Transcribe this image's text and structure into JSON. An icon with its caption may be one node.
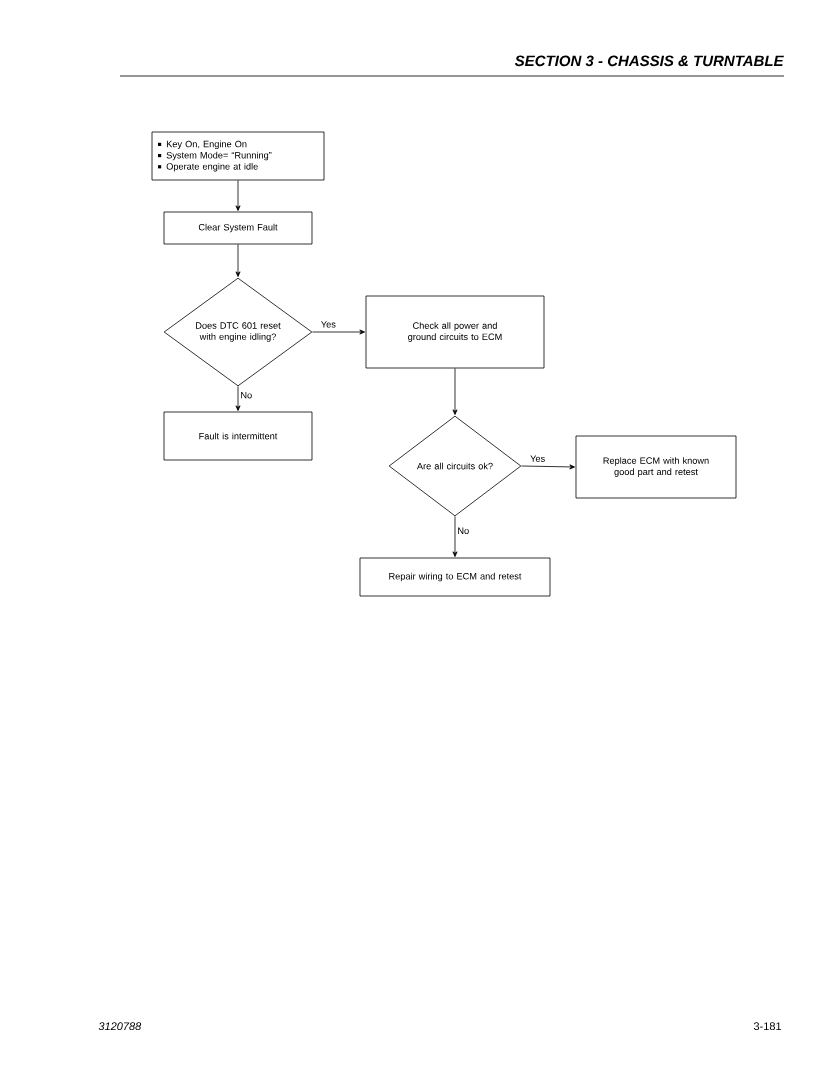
{
  "diagram": {
    "title": "SECTION 3 - CHASSIS & TURNTABLE",
    "nodes": [
      {
        "text": [
          "Key On, Engine On",
          "System Mode= “Running”",
          "Operate engine at idle"
        ]
      },
      {
        "text": [
          "Clear System Fault"
        ]
      },
      {
        "text": [
          "Does DTC 601 reset with engine idling?"
        ]
      },
      {
        "text": [
          "Check all power and ground circuits to ECM"
        ]
      },
      {
        "text": [
          "Fault is intermittent"
        ]
      },
      {
        "text": [
          "Are all circuits ok?"
        ]
      },
      {
        "text": [
          "Replace ECM with known good part and retest"
        ]
      },
      {
        "text": [
          "Repair wiring to ECM and retest"
        ]
      }
    ],
    "edges": [
      {
        "from": 0,
        "to": 1,
        "arrow": "to"
      },
      {
        "from": 1,
        "to": 2,
        "arrow": "to"
      },
      {
        "from": 2,
        "to": 3,
        "arrow": "to",
        "label": "Yes"
      },
      {
        "from": 2,
        "to": 4,
        "arrow": "to",
        "label": "No"
      },
      {
        "from": 3,
        "to": 5,
        "arrow": "to"
      },
      {
        "from": 5,
        "to": 6,
        "arrow": "to",
        "label": "Yes"
      },
      {
        "from": 5,
        "to": 7,
        "arrow": "to",
        "label": "No"
      }
    ],
    "labels": [
      "3120788",
      "3-181"
    ]
  }
}
